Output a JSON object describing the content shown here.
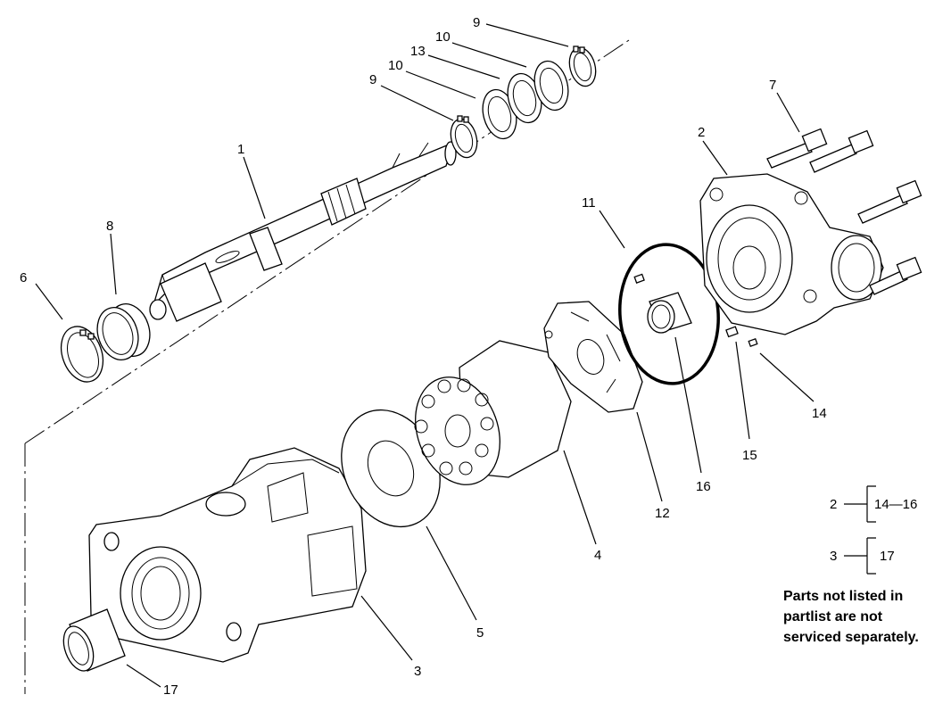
{
  "callouts": [
    "1",
    "2",
    "3",
    "4",
    "5",
    "6",
    "7",
    "8",
    "9",
    "9",
    "10",
    "10",
    "11",
    "12",
    "13",
    "14",
    "15",
    "16",
    "17"
  ],
  "kits": [
    {
      "parent": "2",
      "children": "14—16"
    },
    {
      "parent": "3",
      "children": "17"
    }
  ],
  "note": [
    "Parts not listed in",
    "partlist are not",
    "serviced separately."
  ]
}
